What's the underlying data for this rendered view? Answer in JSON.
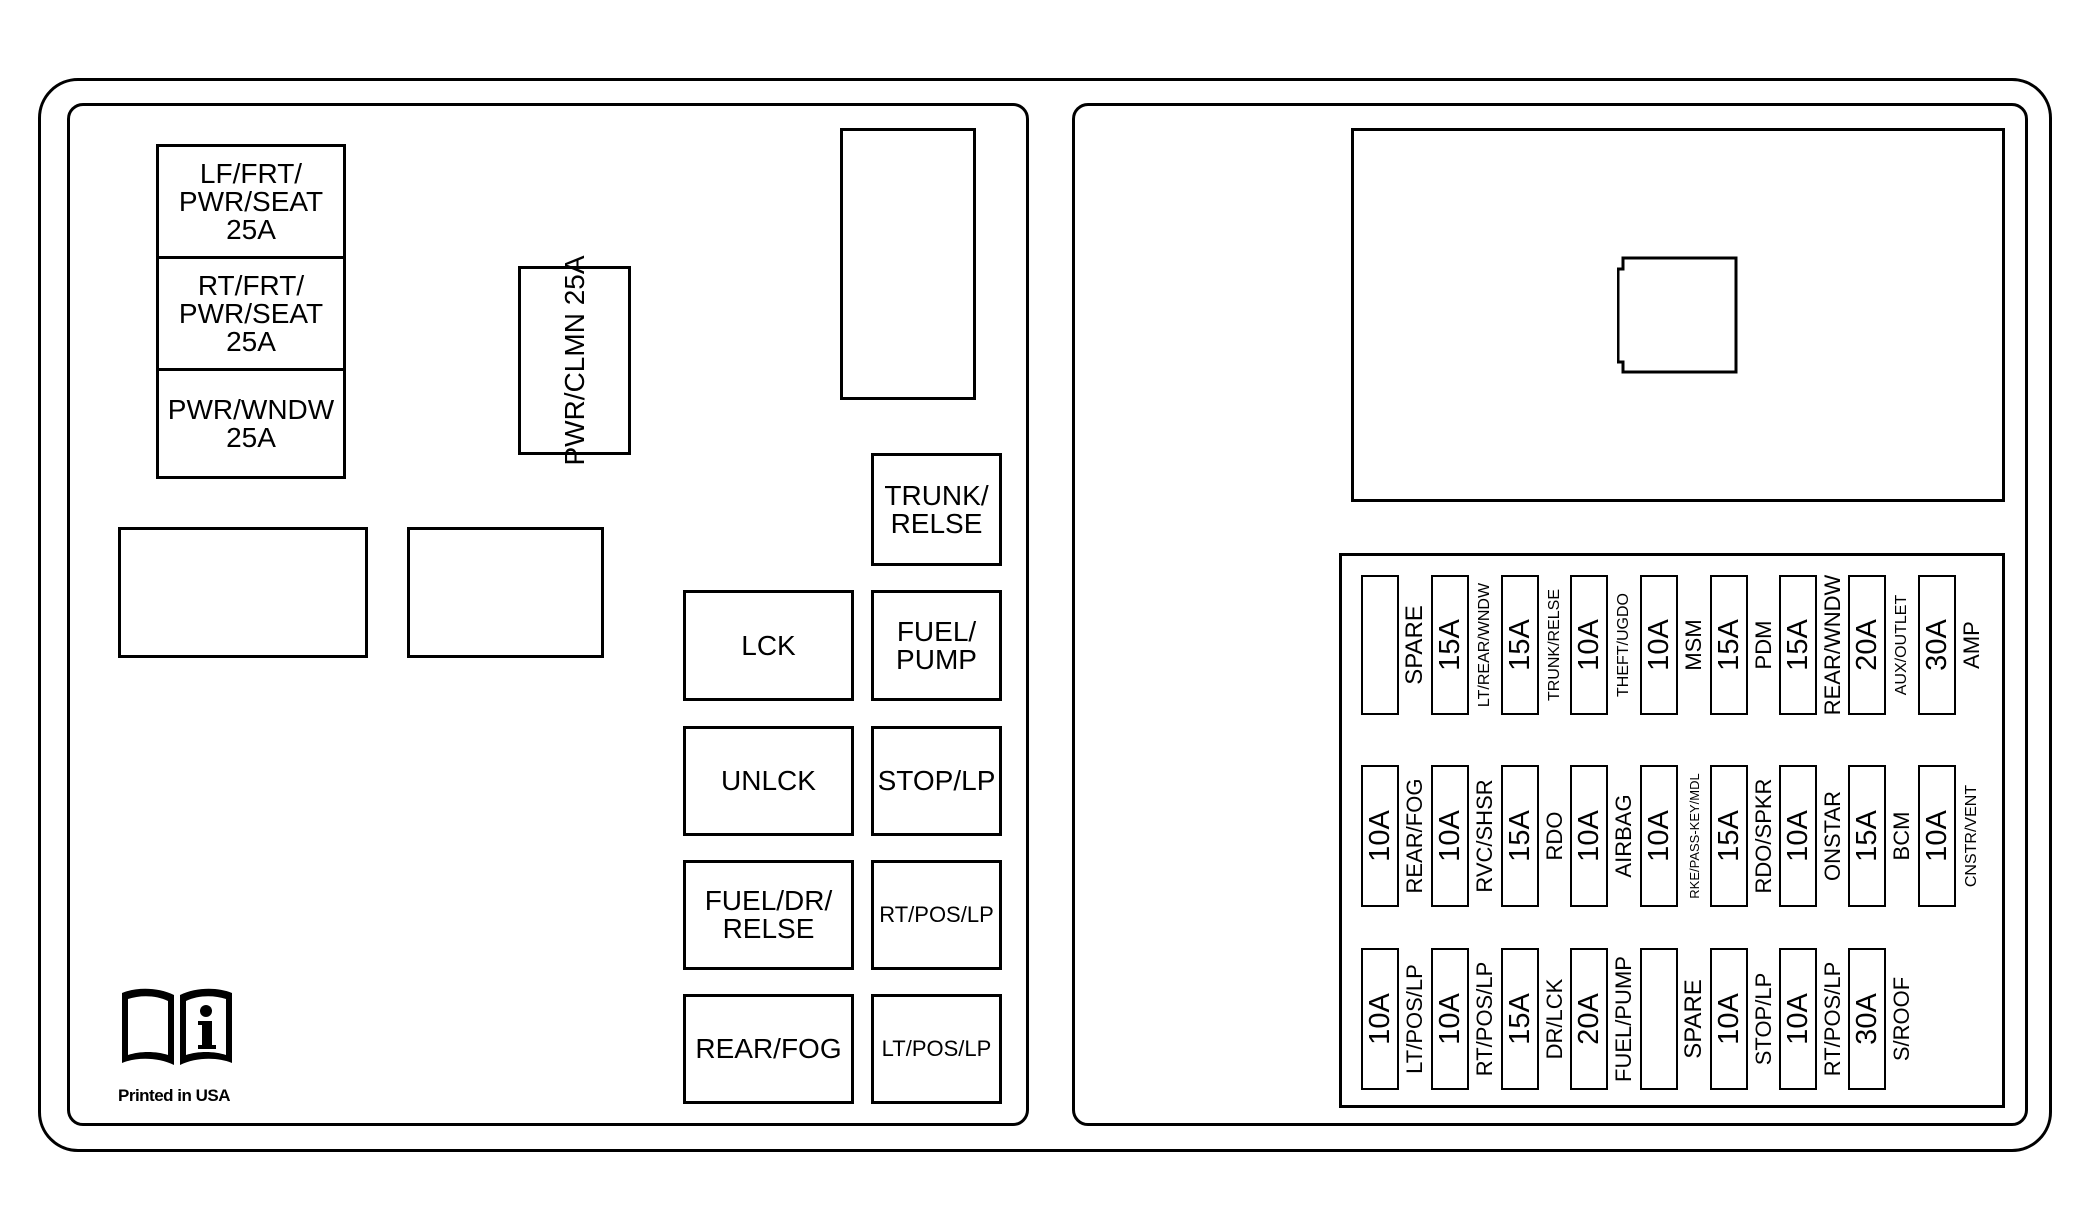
{
  "left_fuses": {
    "lf_frt_pwr_seat": "LF/FRT/\nPWR/SEAT\n25A",
    "rt_frt_pwr_seat": "RT/FRT/\nPWR/SEAT\n25A",
    "pwr_wndw": "PWR/WNDW\n25A",
    "pwr_clmn": "PWR/CLMN\n25A"
  },
  "relays": {
    "trunk_relse": "TRUNK/\nRELSE",
    "lck": "LCK",
    "fuel_pump": "FUEL/\nPUMP",
    "unlck": "UNLCK",
    "stop_lp": "STOP/LP",
    "fuel_dr_relse": "FUEL/DR/\nRELSE",
    "rt_pos_lp": "RT/POS/LP",
    "rear_fog": "REAR/FOG",
    "lt_pos_lp": "LT/POS/LP"
  },
  "footer": {
    "printed": "Printed in USA",
    "manual_icon": "owner-manual-info-icon"
  },
  "mini_fuses": {
    "row1": [
      {
        "amp": "",
        "name": "SPARE"
      },
      {
        "amp": "15A",
        "name": "LT/REAR/WNDW"
      },
      {
        "amp": "15A",
        "name": "TRUNK/RELSE"
      },
      {
        "amp": "10A",
        "name": "THEFT/UGDO"
      },
      {
        "amp": "10A",
        "name": "MSM"
      },
      {
        "amp": "15A",
        "name": "PDM"
      },
      {
        "amp": "15A",
        "name": "REAR/WNDW"
      },
      {
        "amp": "20A",
        "name": "AUX/OUTLET"
      },
      {
        "amp": "30A",
        "name": "AMP"
      }
    ],
    "row2": [
      {
        "amp": "10A",
        "name": "REAR/FOG"
      },
      {
        "amp": "10A",
        "name": "RVC/SHSR"
      },
      {
        "amp": "15A",
        "name": "RDO"
      },
      {
        "amp": "10A",
        "name": "AIRBAG"
      },
      {
        "amp": "10A",
        "name": "RKE/PASS-KEY/MDL"
      },
      {
        "amp": "15A",
        "name": "RDO/SPKR"
      },
      {
        "amp": "10A",
        "name": "ONSTAR"
      },
      {
        "amp": "15A",
        "name": "BCM"
      },
      {
        "amp": "10A",
        "name": "CNSTR/VENT"
      }
    ],
    "row3": [
      {
        "amp": "10A",
        "name": "LT/POS/LP"
      },
      {
        "amp": "10A",
        "name": "RT/POS/LP"
      },
      {
        "amp": "15A",
        "name": "DR/LCK"
      },
      {
        "amp": "20A",
        "name": "FUEL/PUMP"
      },
      {
        "amp": "",
        "name": "SPARE"
      },
      {
        "amp": "10A",
        "name": "STOP/LP"
      },
      {
        "amp": "10A",
        "name": "RT/POS/LP"
      },
      {
        "amp": "30A",
        "name": "S/ROOF"
      }
    ]
  }
}
